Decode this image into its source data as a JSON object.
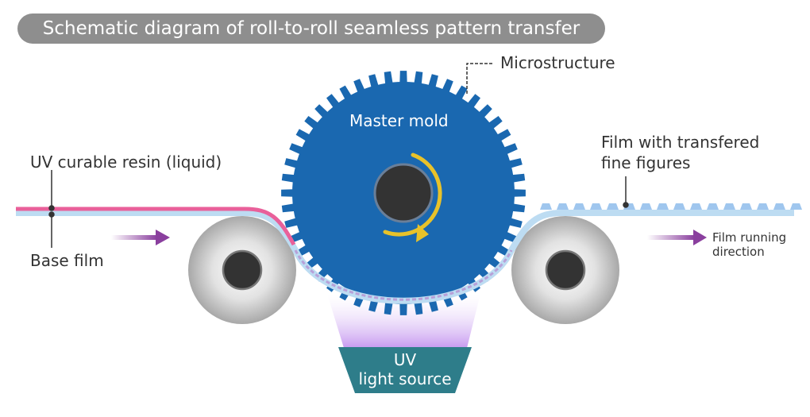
{
  "title": "Schematic diagram of roll-to-roll seamless pattern transfer",
  "labels": {
    "microstructure": "Microstructure",
    "master_mold": "Master mold",
    "uv_resin": "UV curable resin (liquid)",
    "base_film": "Base film",
    "transferred_film_line1": "Film with transfered",
    "transferred_film_line2": "fine figures",
    "running_direction_line1": "Film running",
    "running_direction_line2": "direction",
    "uv_source_line1": "UV",
    "uv_source_line2": "light source"
  },
  "icons": {
    "rotation": "clockwise-rotation-arrow-icon",
    "flow_left": "arrow-right-icon",
    "flow_right": "arrow-right-icon"
  },
  "colors": {
    "mold": "#1a68b0",
    "resin": "#e9609a",
    "base_film": "#bddcf2",
    "pattern": "#9fc6ee",
    "rotation_arrow": "#e8c22a",
    "flow_arrow": "#8a3f9e",
    "uv_source": "#2e7d8a",
    "uv_glow": "#c79af0",
    "title_bg": "#8e8e8e"
  }
}
